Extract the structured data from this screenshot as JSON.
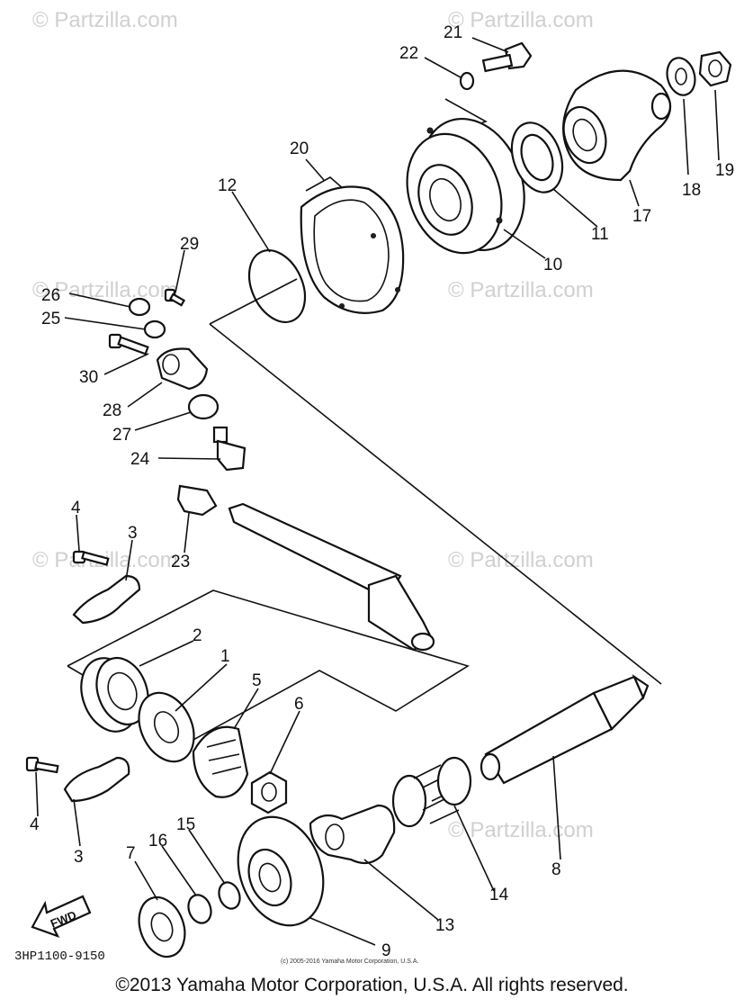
{
  "watermarks": [
    "© Partzilla.com",
    "© Partzilla.com",
    "© Partzilla.com",
    "© Partzilla.com",
    "© Partzilla.com",
    "© Partzilla.com",
    "© Partzilla.com"
  ],
  "callouts": [
    "1",
    "2",
    "3",
    "3",
    "4",
    "4",
    "5",
    "6",
    "7",
    "8",
    "9",
    "10",
    "11",
    "12",
    "13",
    "14",
    "15",
    "16",
    "17",
    "18",
    "19",
    "20",
    "21",
    "22",
    "23",
    "24",
    "25",
    "26",
    "27",
    "28",
    "29",
    "30"
  ],
  "fwd_label": "FWD",
  "diagram_code": "3HP1100-9150",
  "small_caption": "(c) 2005-2016 Yamaha Motor Corporation, U.S.A.",
  "copyright": "©2013 Yamaha Motor Corporation, U.S.A. All rights reserved."
}
